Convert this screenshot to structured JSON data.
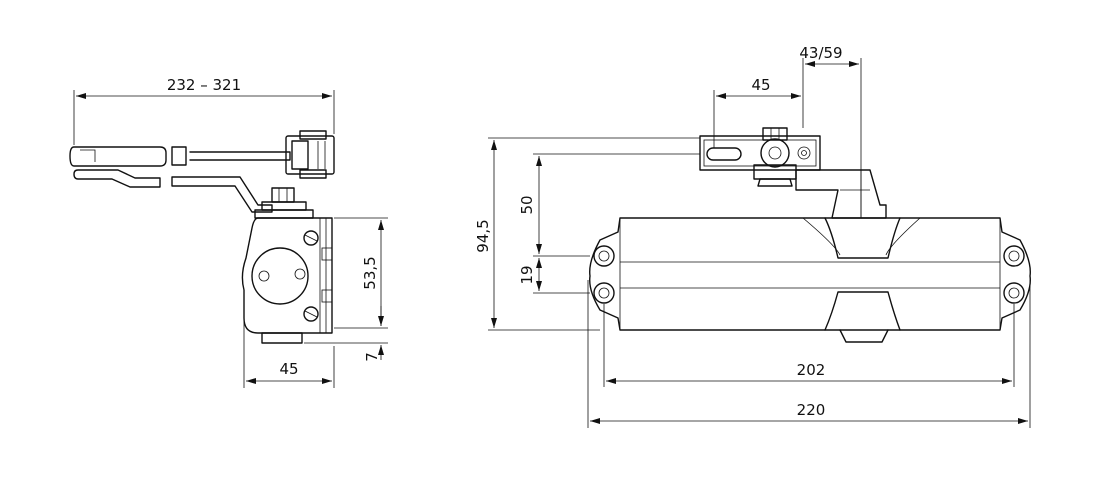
{
  "dimensions": {
    "arm_length_range": "232 – 321",
    "side_width": "45",
    "side_body_height": "53,5",
    "side_bottom_offset": "7",
    "bracket_hole_spacing": "45",
    "arm_offset": "43/59",
    "overall_height": "94,5",
    "arm_height": "50",
    "hole_spacing_vertical": "19",
    "hole_spacing_horizontal": "202",
    "overall_length": "220"
  },
  "colors": {
    "line": "#111111",
    "background": "#ffffff"
  }
}
